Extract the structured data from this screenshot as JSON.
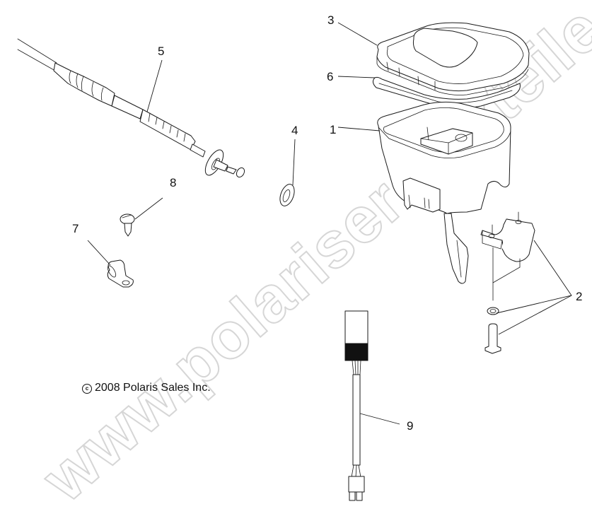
{
  "diagram": {
    "type": "exploded-parts-view",
    "background": "#ffffff",
    "line_color": "#1a1a1a",
    "watermark_color": "#d4d4d4"
  },
  "callouts": [
    {
      "number": "1",
      "part": "switch housing"
    },
    {
      "number": "2",
      "part": "clamp, lock washer and screw"
    },
    {
      "number": "3",
      "part": "housing cover"
    },
    {
      "number": "4",
      "part": "washer / grommet"
    },
    {
      "number": "5",
      "part": "throttle cable"
    },
    {
      "number": "6",
      "part": "cover gasket"
    },
    {
      "number": "7",
      "part": "cable clip"
    },
    {
      "number": "8",
      "part": "push rivet"
    },
    {
      "number": "9",
      "part": "wiring harness with connector"
    }
  ],
  "labels": {
    "c1": "1",
    "c2": "2",
    "c3": "3",
    "c4": "4",
    "c5": "5",
    "c6": "6",
    "c7": "7",
    "c8": "8",
    "c9": "9"
  },
  "copyright": {
    "symbol": "c",
    "text": "2008 Polaris Sales Inc."
  },
  "watermark": {
    "text": "www.polarisersatzteile.de"
  }
}
